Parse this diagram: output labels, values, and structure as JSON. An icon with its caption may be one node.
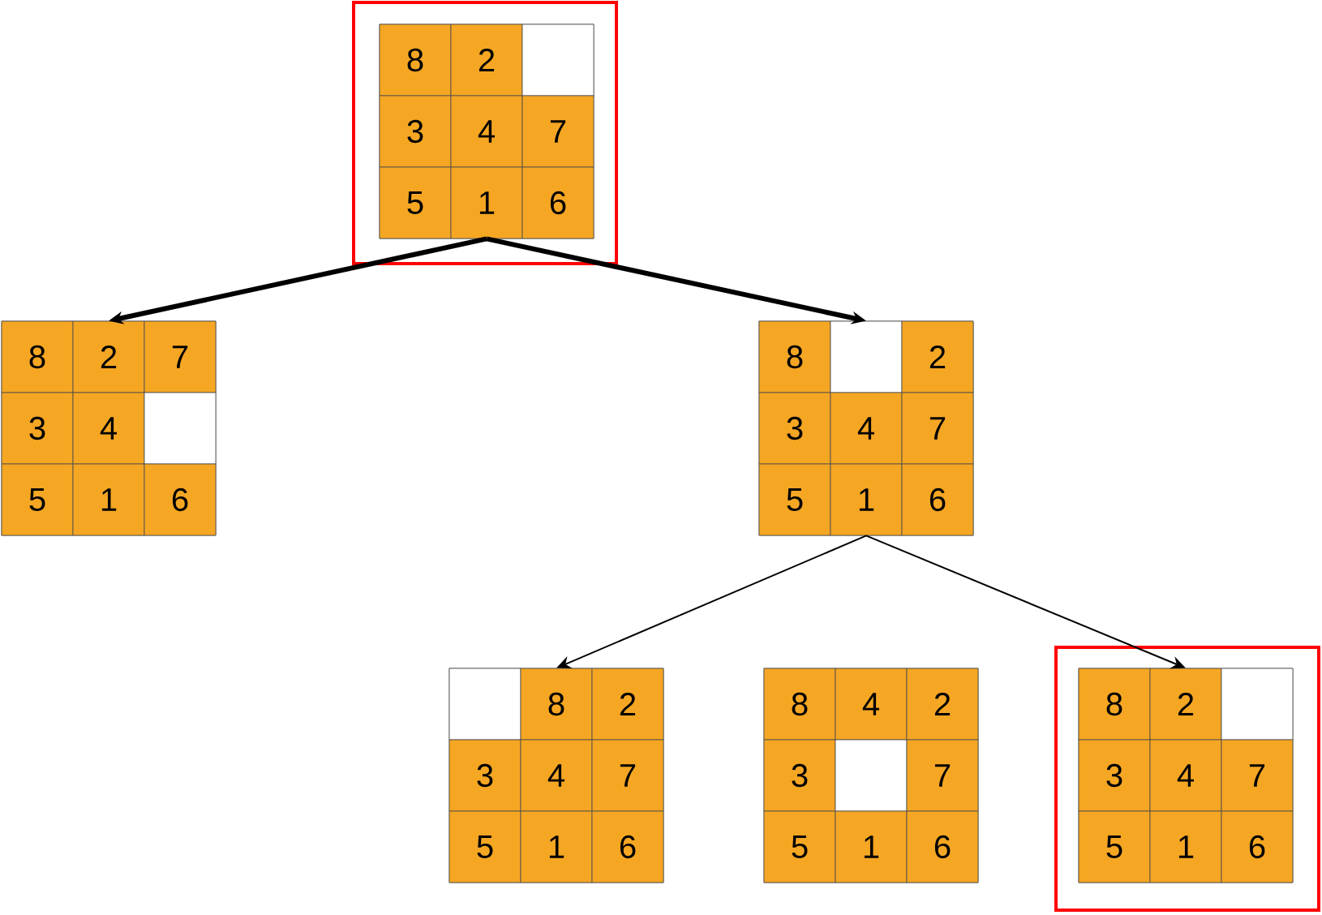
{
  "diagram": {
    "nodes": [
      {
        "text": [],
        "shape": "box"
      },
      {
        "text": [
          "8",
          "2",
          "3",
          "4",
          "7",
          "5",
          "1",
          "6"
        ],
        "in": 0
      },
      {
        "text": [
          "8",
          "2",
          "7",
          "3",
          "4",
          "5",
          "1",
          "6"
        ]
      },
      {
        "text": [
          "8",
          "2",
          "3",
          "4",
          "7",
          "5",
          "1",
          "6"
        ]
      },
      {
        "text": [
          "8",
          "2",
          "3",
          "4",
          "7",
          "5",
          "1",
          "6"
        ]
      },
      {
        "text": [
          "8",
          "4",
          "2",
          "3",
          "7",
          "5",
          "1",
          "6"
        ]
      },
      {
        "text": [],
        "shape": "box"
      },
      {
        "text": [
          "8",
          "2",
          "3",
          "4",
          "7",
          "5",
          "1",
          "6"
        ],
        "in": 6
      }
    ],
    "edges": [
      {
        "from": 1,
        "to": 2,
        "arrow": "to",
        "style": "thick"
      },
      {
        "from": 1,
        "to": 3,
        "arrow": "to",
        "style": "thick"
      },
      {
        "from": 3,
        "to": 4,
        "arrow": "to"
      },
      {
        "from": 3,
        "to": 7,
        "arrow": "to"
      }
    ]
  }
}
